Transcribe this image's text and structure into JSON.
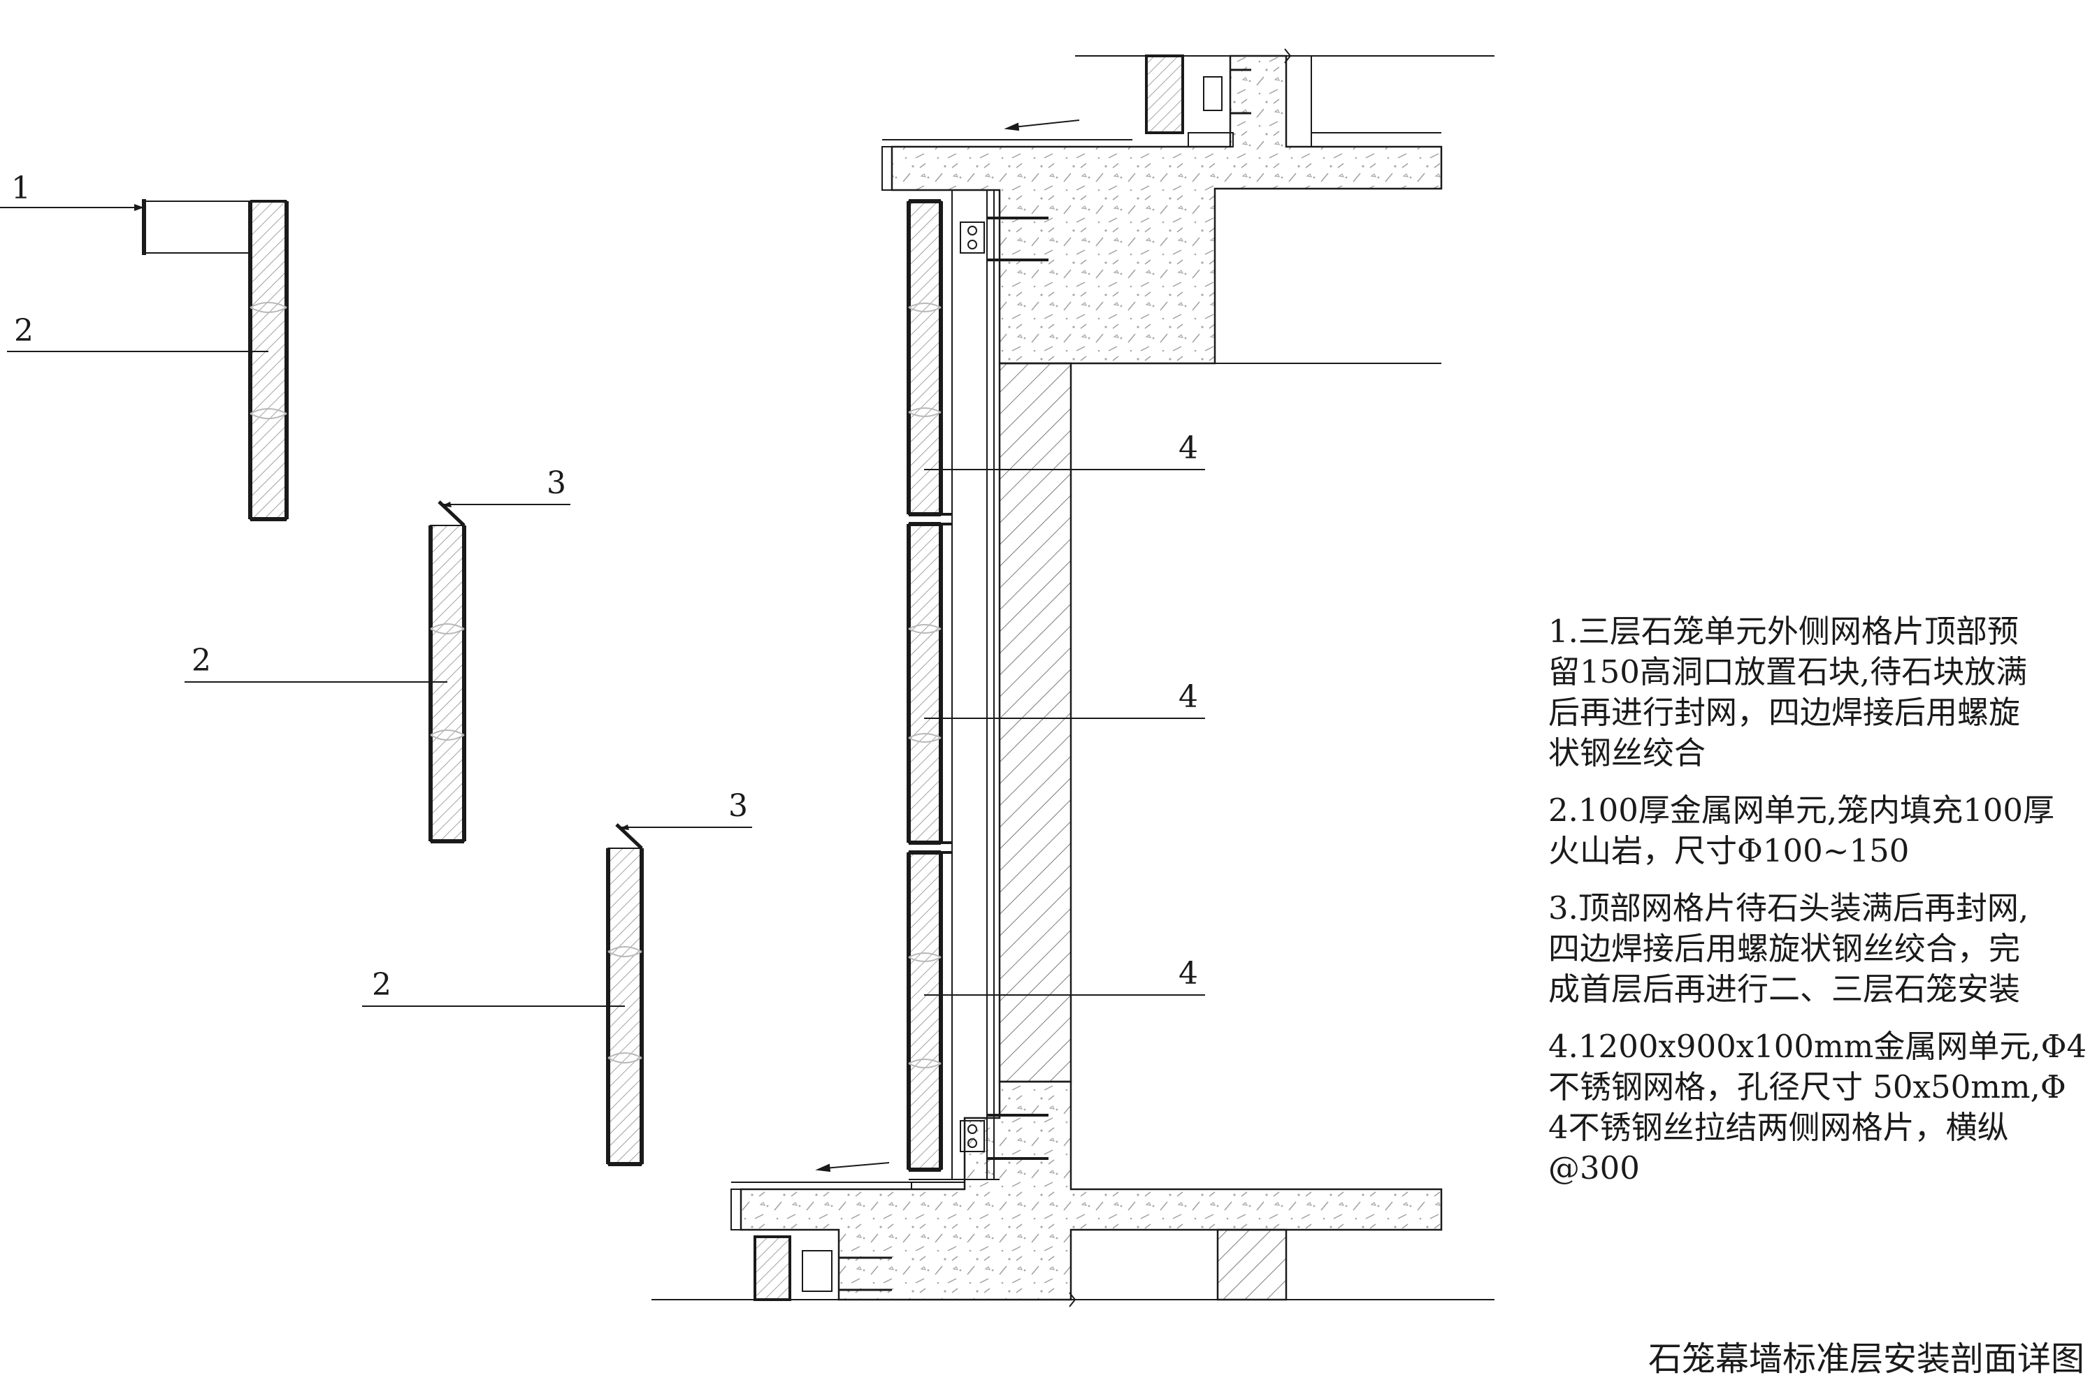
{
  "callouts": {
    "c1": "1",
    "c2a": "2",
    "c3a": "3",
    "c2b": "2",
    "c3b": "3",
    "c2c": "2",
    "c4a": "4",
    "c4b": "4",
    "c4c": "4"
  },
  "notes": [
    "1.三层石笼单元外侧网格片顶部预\n留150高洞口放置石块,待石块放满\n后再进行封网，四边焊接后用螺旋\n状钢丝绞合",
    "2.100厚金属网单元,笼内填充100厚\n火山岩，尺寸Φ100~150",
    "3.顶部网格片待石头装满后再封网,\n四边焊接后用螺旋状钢丝绞合，完\n成首层后再进行二、三层石笼安装",
    "4.1200x900x100mm金属网单元,Φ4\n不锈钢网格，孔径尺寸 50x50mm,Φ\n4不锈钢丝拉结两侧网格片，横纵\n@300"
  ],
  "title": "石笼幕墙标准层安装剖面详图",
  "colors": {
    "line": "#1a1a1a",
    "hatch": "#8a8a8a",
    "concrete": "#9a9a9a"
  }
}
